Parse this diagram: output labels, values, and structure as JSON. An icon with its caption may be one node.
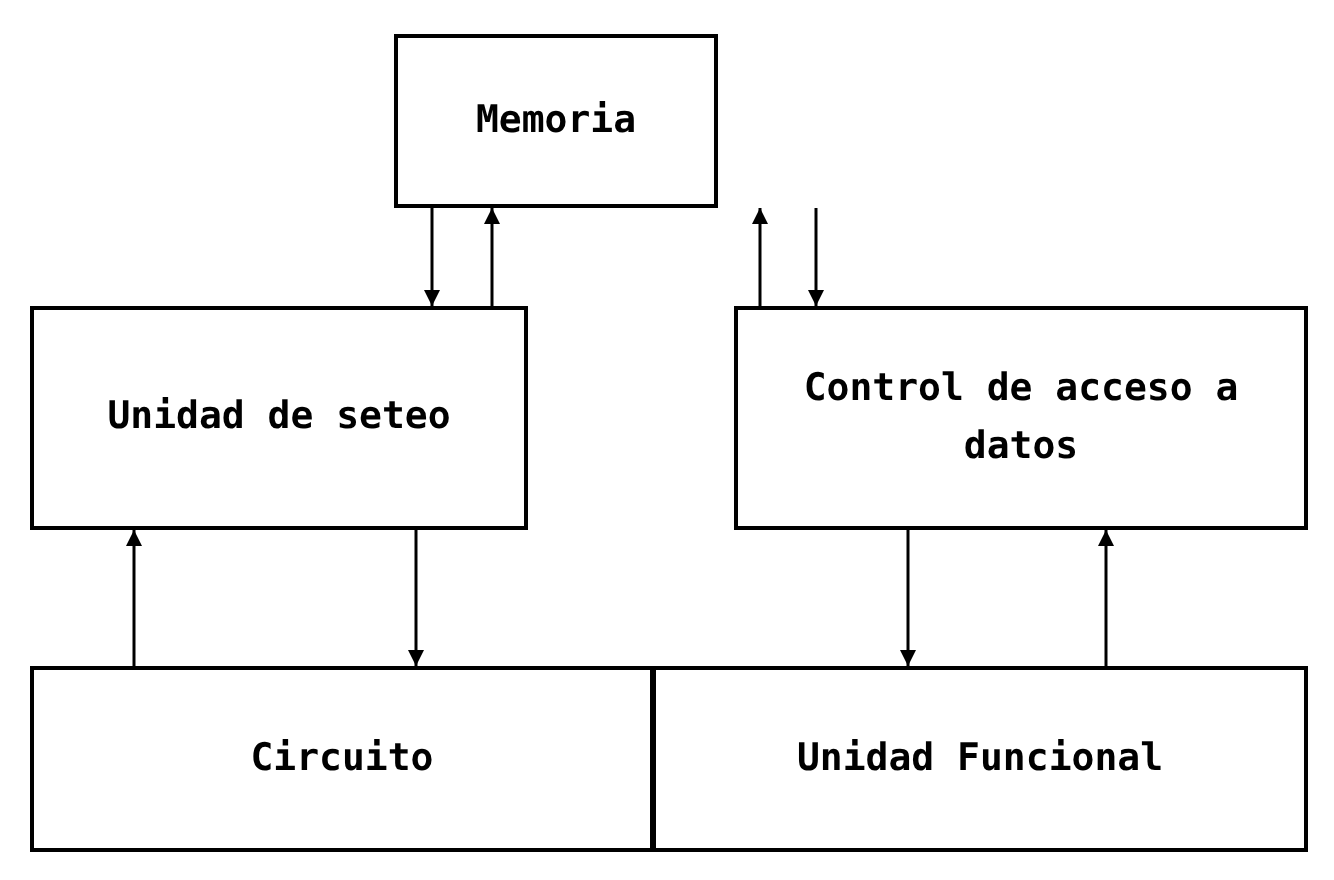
{
  "diagram": {
    "nodes": [
      {
        "text": [
          "Memoria"
        ]
      },
      {
        "text": [
          "Unidad de seteo"
        ]
      },
      {
        "text": [
          "Control de acceso a datos"
        ]
      },
      {
        "text": [
          "Circuito"
        ]
      },
      {
        "text": [
          "Unidad Funcional"
        ]
      }
    ],
    "edges": [
      {
        "from": 0,
        "to": 1,
        "arrow": "to"
      },
      {
        "from": 1,
        "to": 0,
        "arrow": "to"
      },
      {
        "from": 2,
        "to": 0,
        "arrow": "to"
      },
      {
        "from": 0,
        "to": 2,
        "arrow": "to"
      },
      {
        "from": 3,
        "to": 1,
        "arrow": "to"
      },
      {
        "from": 1,
        "to": 3,
        "arrow": "to"
      },
      {
        "from": 2,
        "to": 4,
        "arrow": "to"
      },
      {
        "from": 4,
        "to": 2,
        "arrow": "to"
      }
    ]
  }
}
